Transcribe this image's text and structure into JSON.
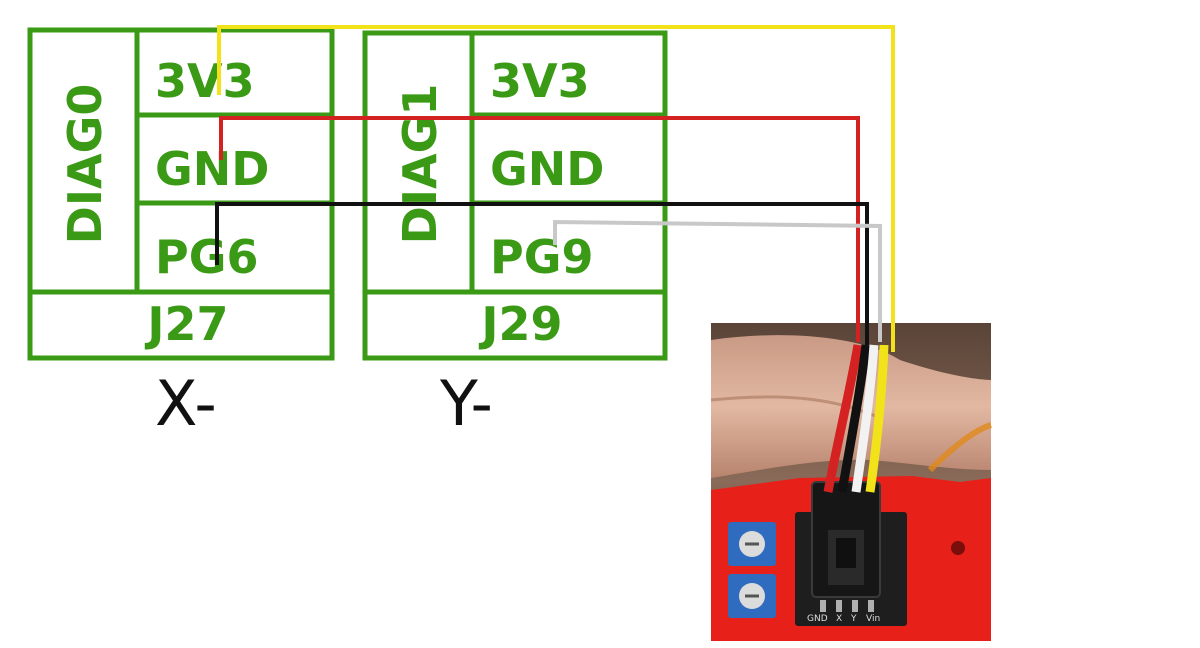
{
  "headers": [
    {
      "id": "j27",
      "group_label": "DIAG0",
      "pins": [
        "3V3",
        "GND",
        "PG6"
      ],
      "connector": "J27",
      "axis": "X-"
    },
    {
      "id": "j29",
      "group_label": "DIAG1",
      "pins": [
        "3V3",
        "GND",
        "PG9"
      ],
      "connector": "J29",
      "axis": "Y-"
    }
  ],
  "sensor_board": {
    "pin_labels": [
      "GND",
      "X",
      "Y",
      "Vin"
    ]
  },
  "wires": [
    {
      "name": "3V3",
      "color": "#f2e21a"
    },
    {
      "name": "GND",
      "color": "#d42222"
    },
    {
      "name": "PG6",
      "color": "#111111"
    },
    {
      "name": "PG9",
      "color": "#c8c8c8"
    }
  ],
  "colors": {
    "board_outline": "#3a9a16",
    "mount": "#e8201a",
    "pcb": "#1e1e1e",
    "trimpot": "#2f6cc0"
  }
}
